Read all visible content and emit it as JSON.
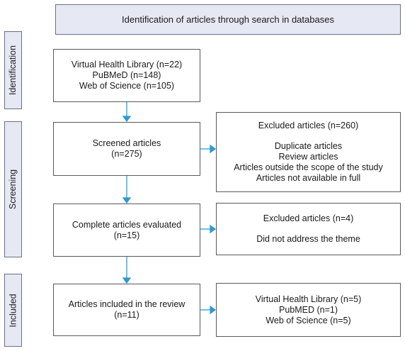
{
  "header": {
    "title": "Identification of articles through search in databases"
  },
  "stages": {
    "identification": "Identification",
    "screening": "Screening",
    "included": "Included"
  },
  "identified": {
    "line1": "Virtual Health Library (n=22)",
    "line2": "PuBMeD (n=148)",
    "line3": "Web of Science (n=105)"
  },
  "screened": {
    "label": "Screened articles",
    "count": "(n=275)"
  },
  "excluded1": {
    "title": "Excluded articles (n=260)",
    "reasons": [
      "Duplicate articles",
      "Review articles",
      "Articles outside the scope of the study",
      "Articles not available in full"
    ]
  },
  "evaluated": {
    "label": "Complete articles evaluated",
    "count": "(n=15)"
  },
  "excluded2": {
    "title": "Excluded articles (n=4)",
    "reason": "Did not address the theme"
  },
  "included": {
    "label": "Articles included in the review",
    "count": "(n=11)"
  },
  "included_sources": {
    "line1": "Virtual Health Library (n=5)",
    "line2": "PubMED (n=1)",
    "line3": "Web of Science (n=5)"
  },
  "colors": {
    "arrow": "#2e9ad0",
    "stage_fill": "#e6e8f4",
    "border": "#595959"
  }
}
